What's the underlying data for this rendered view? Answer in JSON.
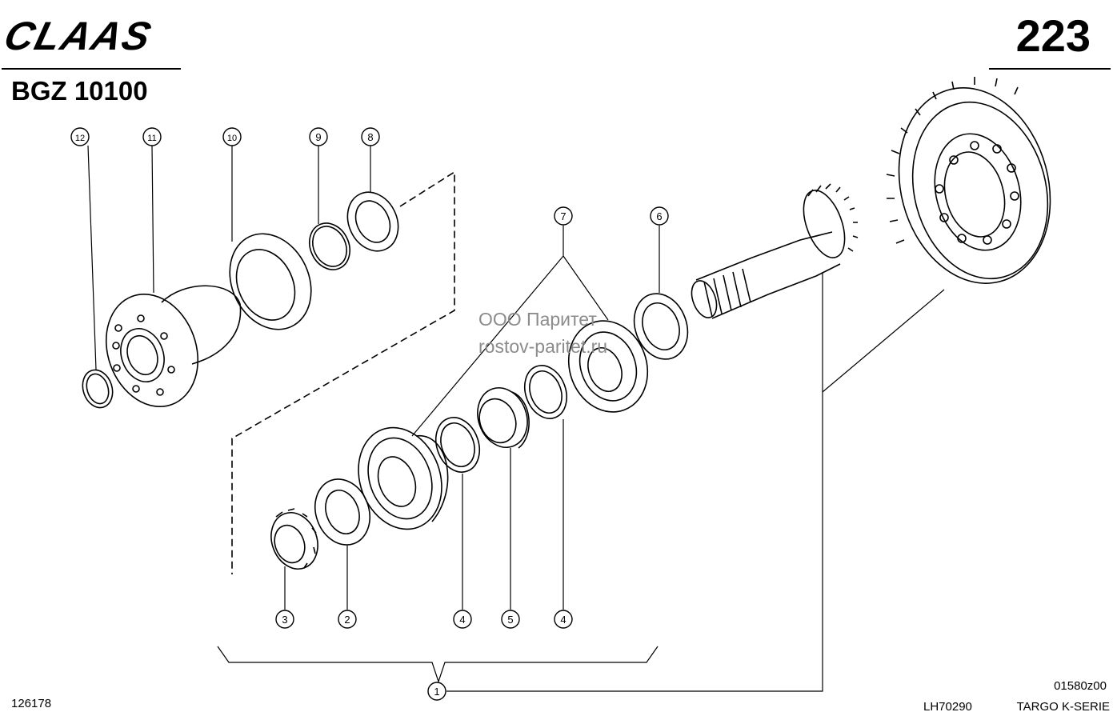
{
  "header": {
    "brand": "CLAAS",
    "page_number": "223",
    "model_code": "BGZ 10100"
  },
  "watermark": {
    "line1": "ООО Паритет",
    "line2": "rostov-paritet.ru"
  },
  "footer": {
    "left_code": "126178",
    "center_code": "LH70290",
    "right_code": "01580z00",
    "series": "TARGO K-SERIE"
  },
  "callouts": {
    "c1": "1",
    "c2": "2",
    "c3": "3",
    "c4a": "4",
    "c4b": "4",
    "c5": "5",
    "c6": "6",
    "c7": "7",
    "c8": "8",
    "c9": "9",
    "c10": "10",
    "c11": "11",
    "c12": "12"
  },
  "colors": {
    "ink": "#000000",
    "paper": "#ffffff",
    "watermark": "#8c8c8c"
  }
}
